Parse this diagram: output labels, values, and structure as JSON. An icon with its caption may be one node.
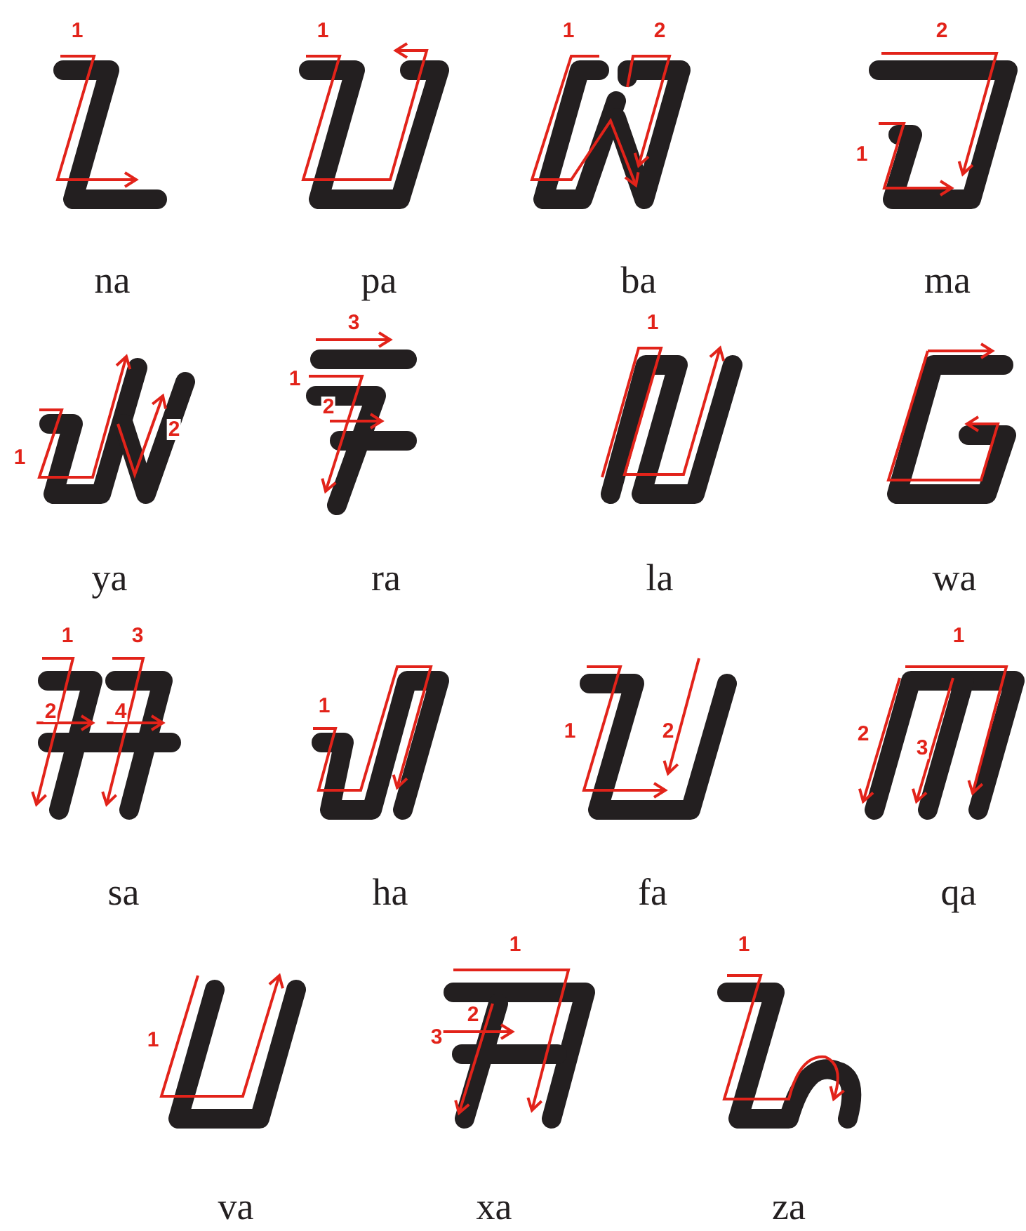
{
  "diagram": {
    "labels": [
      "1",
      "1",
      "1",
      "2",
      "2",
      "1",
      "na",
      "pa",
      "ba",
      "ma",
      "1",
      "2",
      "3",
      "1",
      "2",
      "1",
      "ya",
      "ra",
      "la",
      "wa",
      "1",
      "3",
      "2",
      "4",
      "1",
      "1",
      "2",
      "1",
      "2",
      "3",
      "sa",
      "ha",
      "fa",
      "qa",
      "1",
      "1",
      "2",
      "3",
      "1",
      "va",
      "xa",
      "za"
    ]
  }
}
